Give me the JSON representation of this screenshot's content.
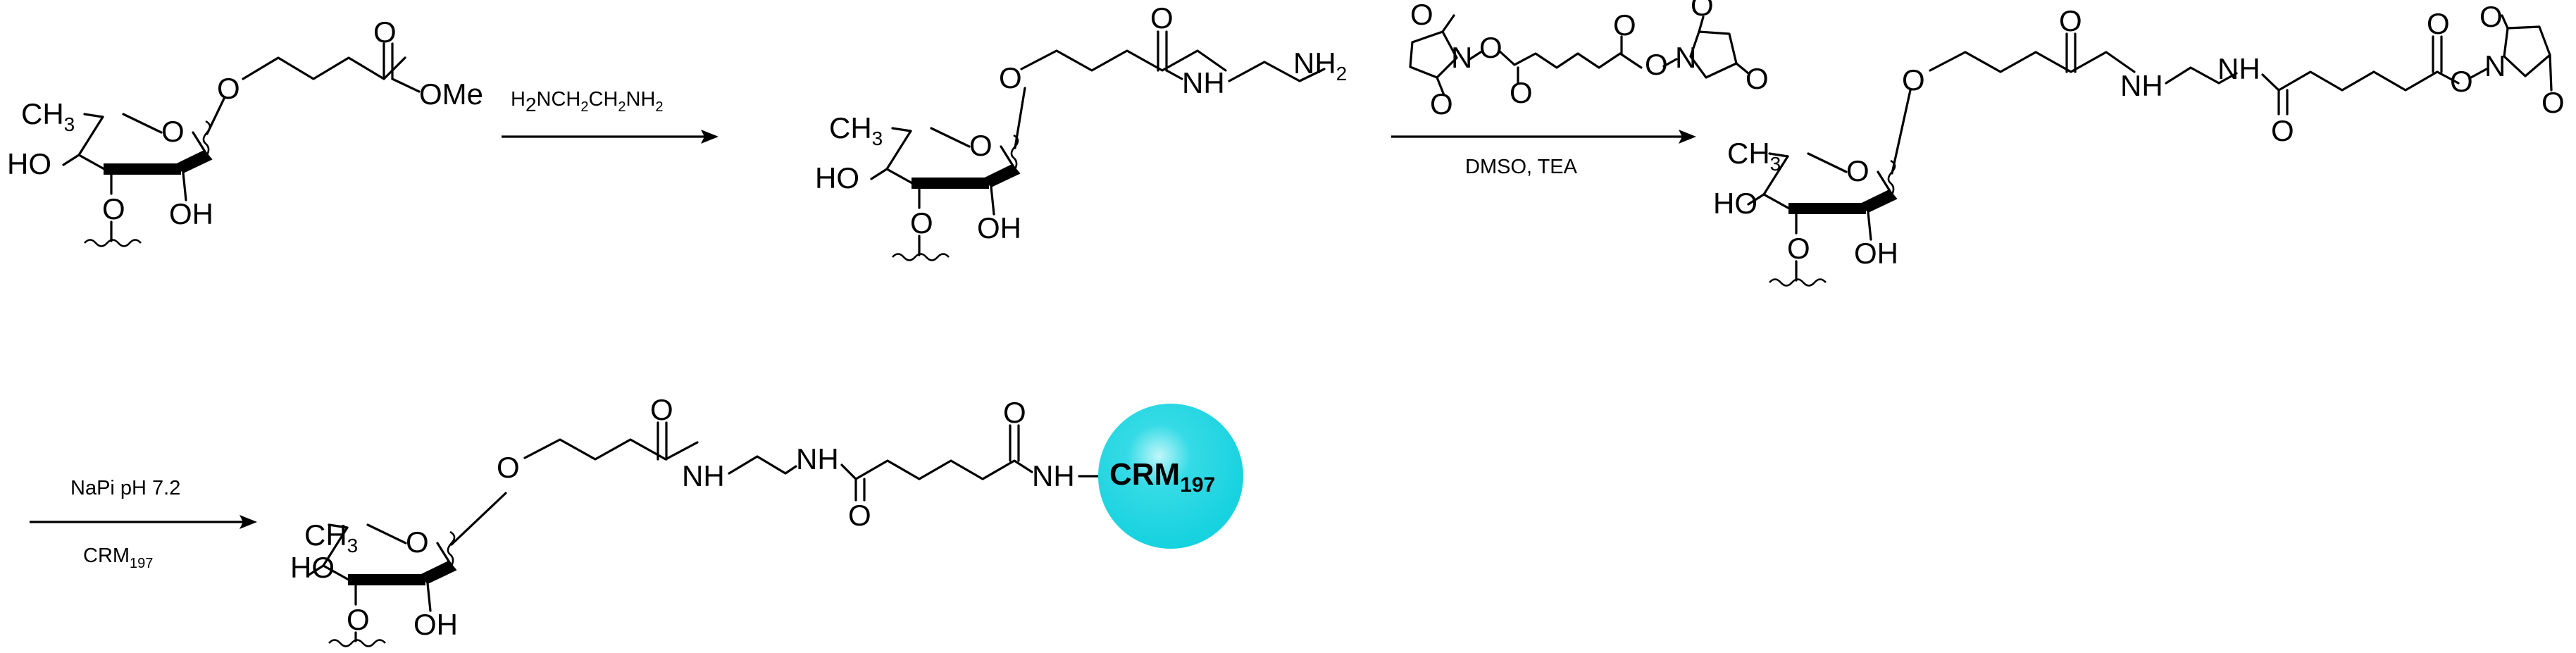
{
  "scheme": {
    "compound1": {
      "ester": "OMe"
    },
    "step1": {
      "reagent": "H2NCH2CH2NH2"
    },
    "compound2": {
      "amine": "NH2"
    },
    "step2": {
      "conditions": "DMSO, TEA"
    },
    "compound3": {},
    "step3": {
      "conditions_top": "NaPi pH 7.2",
      "conditions_bottom": "CRM197"
    },
    "compound4": {
      "protein": "CRM197"
    }
  },
  "labels": {
    "o": "O",
    "oh": "OH",
    "ho": "HO",
    "ch3": "CH3",
    "nh": "NH",
    "n": "N",
    "ome": "OMe",
    "nh2": "NH2",
    "crm": "CRM",
    "crm_sub": "197"
  },
  "colors": {
    "protein_bead": "#17d2df",
    "protein_highlight": "#bff6fa",
    "ink": "#000000"
  },
  "icons": {
    "attachment": "wavy-bond-icon",
    "protein": "protein-bead-icon"
  }
}
